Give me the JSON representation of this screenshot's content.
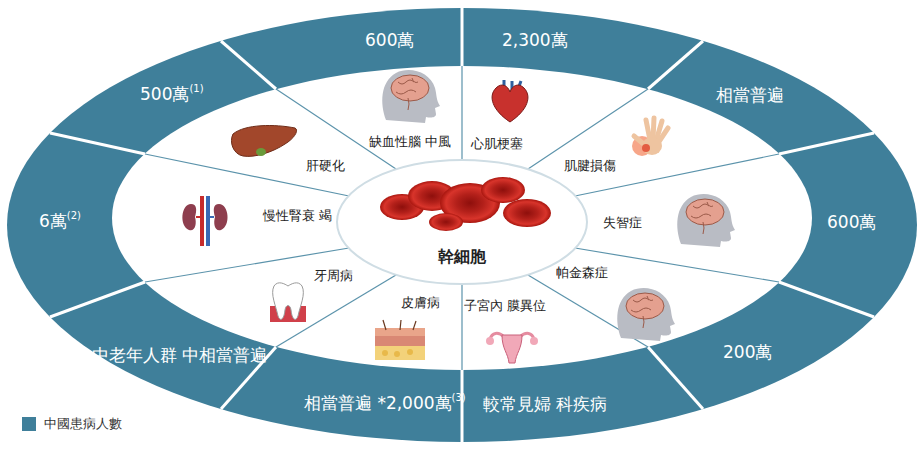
{
  "diagram": {
    "nodes": [
      {
        "text": [
          "600萬"
        ]
      },
      {
        "text": [
          "2,300萬"
        ]
      },
      {
        "text": [
          "相當普遍"
        ]
      },
      {
        "text": [
          "600萬"
        ]
      },
      {
        "text": [
          "200萬"
        ]
      },
      {
        "text": [
          "較常見婦 科疾病"
        ]
      },
      {
        "text": [
          "相當普遍 *2,000萬",
          "(3)"
        ]
      },
      {
        "text": [
          "中老年人群 中相當普遍"
        ]
      },
      {
        "text": [
          "6萬",
          "(2)"
        ]
      },
      {
        "text": [
          "500萬",
          "(1)"
        ]
      },
      {
        "text": [
          "幹細胞"
        ]
      }
    ],
    "labels": [
      "缺血性腦 中風",
      "心肌梗塞",
      "肌腱損傷",
      "失智症",
      "帕金森症",
      "子宮內 膜異位",
      "皮膚病",
      "牙周病",
      "慢性腎衰 竭",
      "肝硬化"
    ],
    "legend": [
      {
        "text": "中國患病人數",
        "color": "#3f7f9a"
      }
    ]
  }
}
